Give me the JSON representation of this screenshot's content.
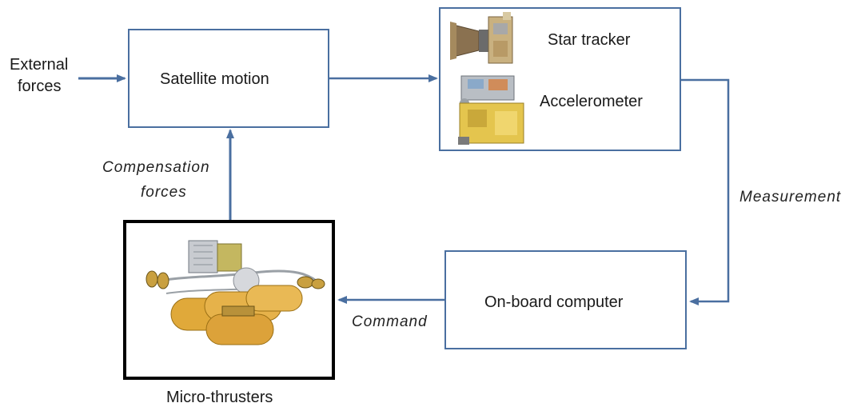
{
  "diagram": {
    "external_forces": [
      "External",
      "forces"
    ],
    "satellite_motion": "Satellite motion",
    "star_tracker": "Star tracker",
    "accelerometer": "Accelerometer",
    "compensation_forces": [
      "Compensation",
      "forces"
    ],
    "measurement": "Measurement",
    "onboard_computer": "On-board computer",
    "command": "Command",
    "micro_thrusters": "Micro-thrusters"
  },
  "colors": {
    "arrow": "#4a6fa0",
    "box_border": "#4a6fa0",
    "thruster_border": "#000000",
    "tank": "#e0a93a"
  }
}
